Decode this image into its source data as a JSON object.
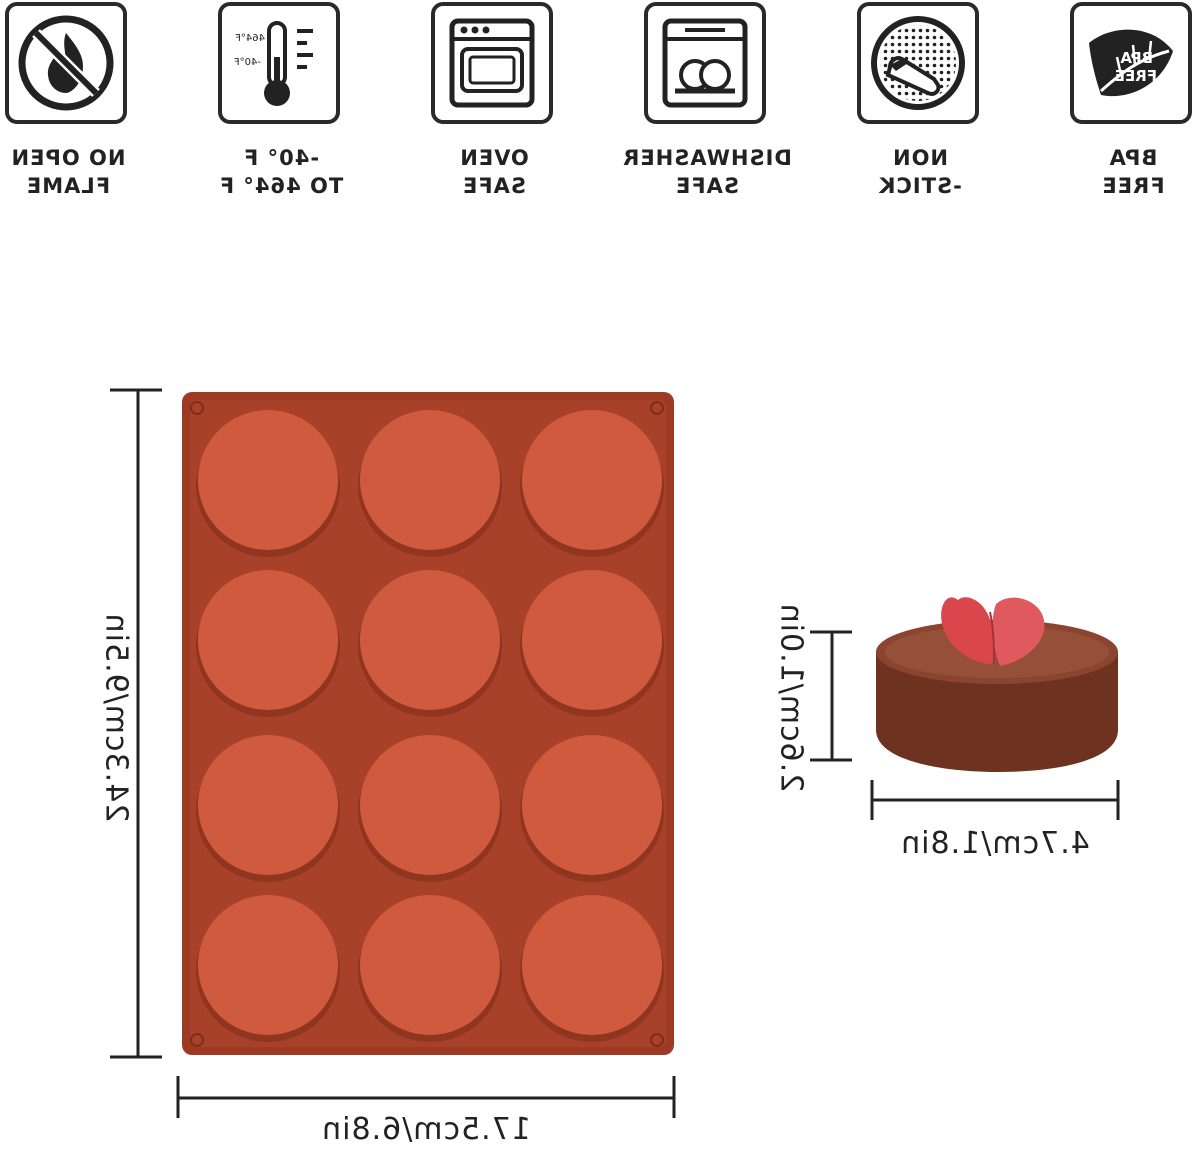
{
  "features": [
    {
      "id": "no-open-flame",
      "icon": "crossed-flame-icon",
      "line1": "NO OPEN",
      "line2": "FLAME"
    },
    {
      "id": "temperature",
      "icon": "thermometer-icon",
      "line1": "-40° F",
      "line2": "TO 464° F",
      "scale_high": "464°F",
      "scale_low": "-40°F"
    },
    {
      "id": "oven-safe",
      "icon": "oven-icon",
      "line1": "OVEN",
      "line2": "SAFE"
    },
    {
      "id": "dishwasher-safe",
      "icon": "dishwasher-icon",
      "line1": "DISHWASHER",
      "line2": "SAFE"
    },
    {
      "id": "non-stick",
      "icon": "non-stick-pan-icon",
      "line1": "NON",
      "line2": "-STICK"
    },
    {
      "id": "bpa-free",
      "icon": "leaf-icon",
      "line1": "BPA",
      "line2": "FREE",
      "badge_top": "BPA",
      "badge_bottom": "FREE"
    }
  ],
  "mold": {
    "color": "#b0432a",
    "cavity_color": "#d05a3e",
    "rows": 4,
    "columns": 3,
    "height_label": "24.3cm/9.5in",
    "width_label": "17.5cm/6.8in"
  },
  "cake": {
    "body_color": "#7a3b26",
    "topping_color": "#d9474c",
    "height_label": "2.6cm/1.0in",
    "width_label": "4.7cm/1.8in"
  }
}
